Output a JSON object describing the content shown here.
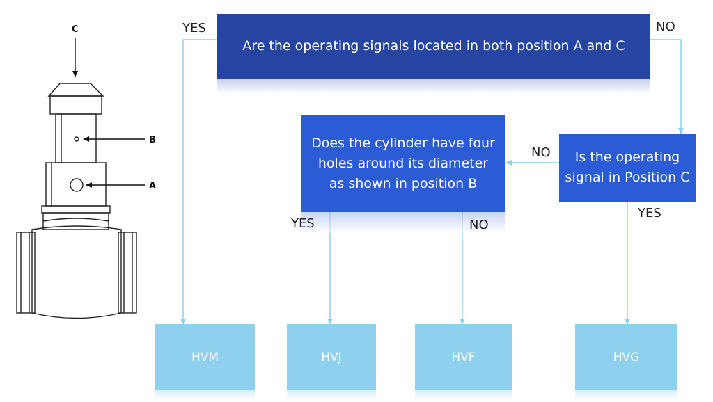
{
  "question_1": "Are the operating signals located in both position A and C",
  "question_2": "Is the operating signal in Position C",
  "question_3": "Does the cylinder have four holes around its diameter as shown in position B",
  "labels": {
    "q1_yes": "YES",
    "q1_no": "NO",
    "q2_no": "NO",
    "q2_yes": "YES",
    "q3_yes": "YES",
    "q3_no": "NO"
  },
  "results": {
    "hvm": "HVM",
    "hvj": "HVJ",
    "hvf": "HVF",
    "hvg": "HVG"
  },
  "valve_labels": {
    "c": "C",
    "b": "B",
    "a": "A"
  },
  "colors": {
    "dark_box": "#2645a3",
    "mid_box": "#2c5bd6",
    "result_box": "#8fd0ee",
    "connector": "#8fd0ee"
  }
}
